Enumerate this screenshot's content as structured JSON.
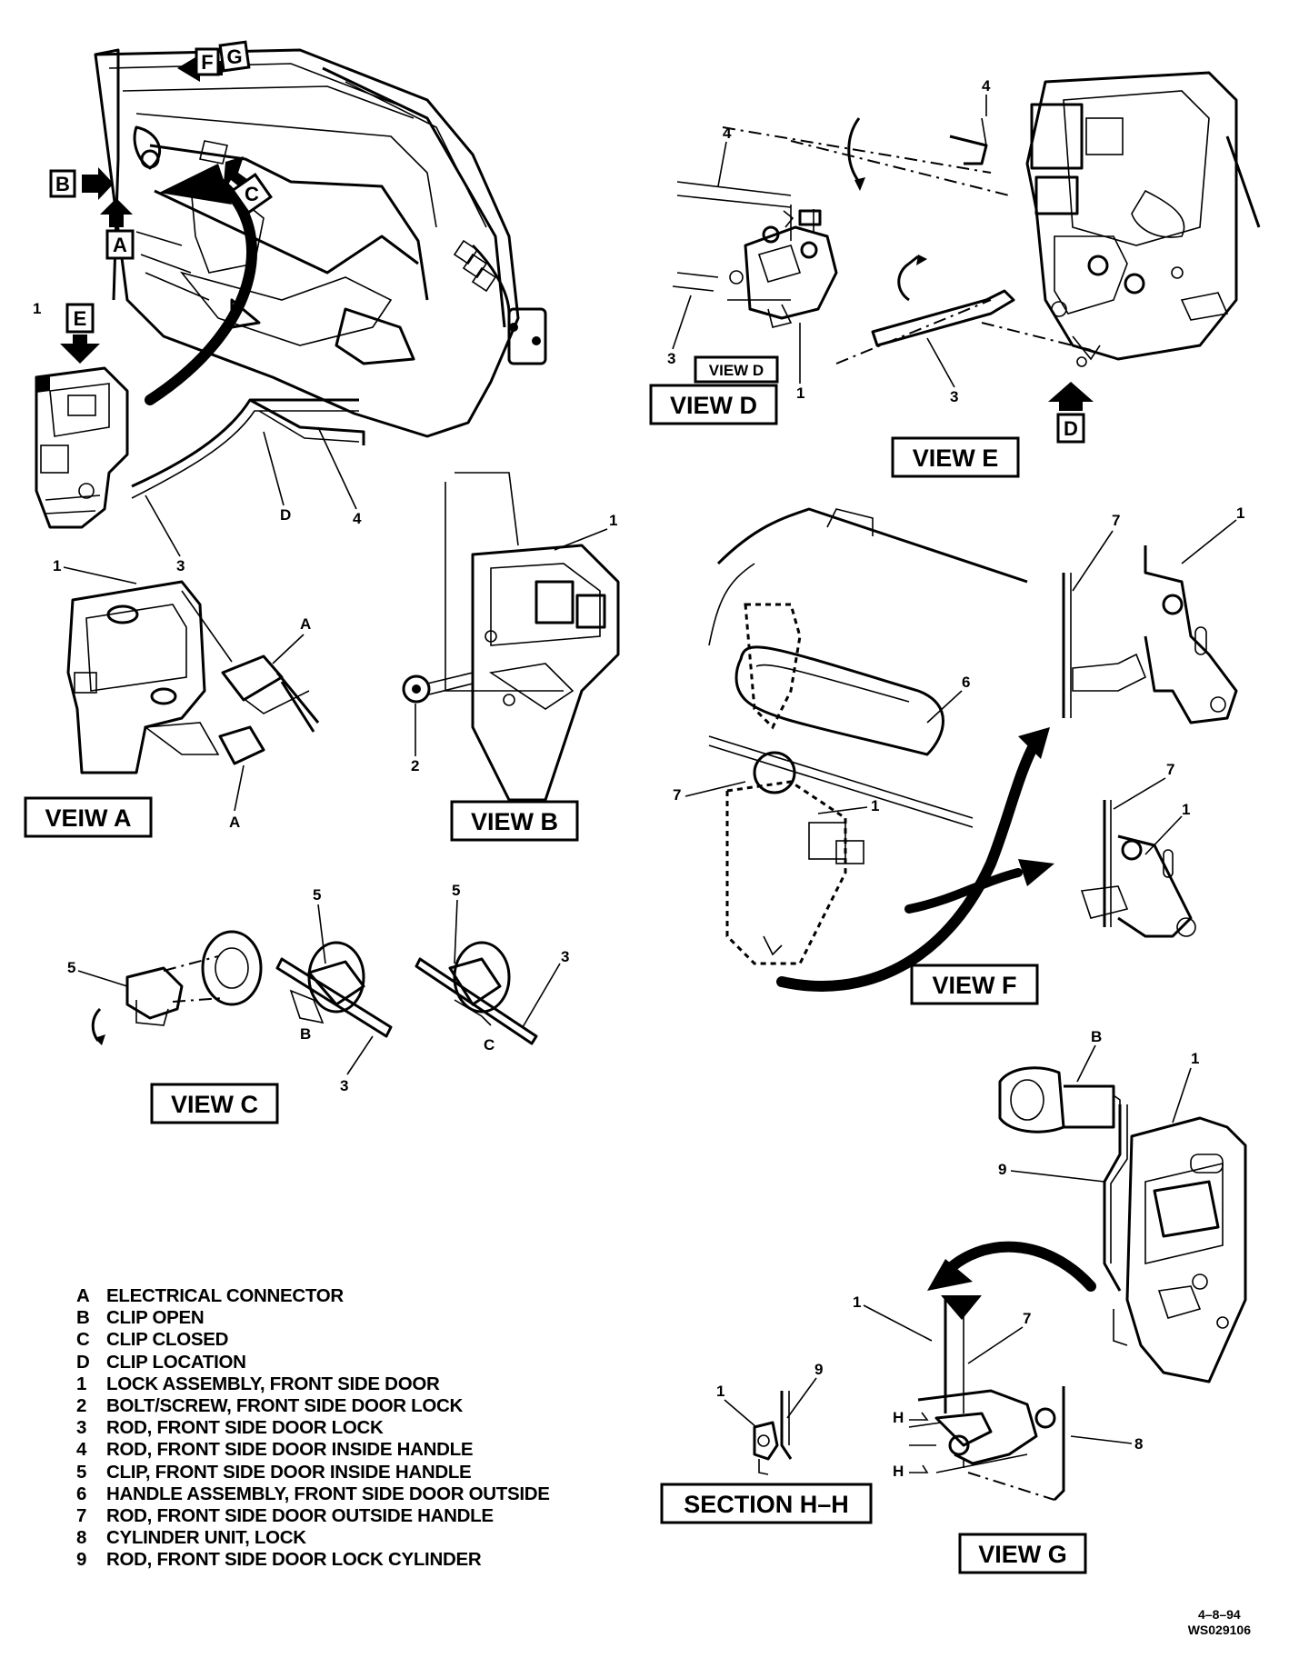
{
  "views": {
    "a": "VEIW A",
    "b": "VIEW B",
    "c": "VIEW C",
    "d": "VIEW D",
    "d_inset": "VIEW D",
    "e": "VIEW E",
    "f": "VIEW F",
    "g": "VIEW G",
    "section": "SECTION H–H"
  },
  "arrow_tags": {
    "f": "F",
    "g": "G",
    "b": "B",
    "a": "A",
    "c": "C",
    "e": "E",
    "d": "D"
  },
  "callouts": {
    "one": "1",
    "two": "2",
    "three": "3",
    "four": "4",
    "five": "5",
    "six": "6",
    "seven": "7",
    "eight": "8",
    "nine": "9",
    "a": "A",
    "b": "B",
    "c": "C",
    "d": "D",
    "h": "H"
  },
  "legend": [
    {
      "key": "A",
      "text": "ELECTRICAL CONNECTOR"
    },
    {
      "key": "B",
      "text": "CLIP OPEN"
    },
    {
      "key": "C",
      "text": "CLIP CLOSED"
    },
    {
      "key": "D",
      "text": "CLIP LOCATION"
    },
    {
      "key": "1",
      "text": "LOCK ASSEMBLY, FRONT SIDE DOOR"
    },
    {
      "key": "2",
      "text": "BOLT/SCREW, FRONT SIDE DOOR LOCK"
    },
    {
      "key": "3",
      "text": "ROD, FRONT SIDE DOOR LOCK"
    },
    {
      "key": "4",
      "text": "ROD, FRONT SIDE DOOR INSIDE HANDLE"
    },
    {
      "key": "5",
      "text": "CLIP, FRONT SIDE DOOR INSIDE HANDLE"
    },
    {
      "key": "6",
      "text": "HANDLE ASSEMBLY, FRONT SIDE DOOR OUTSIDE"
    },
    {
      "key": "7",
      "text": "ROD, FRONT SIDE DOOR OUTSIDE HANDLE"
    },
    {
      "key": "8",
      "text": "CYLINDER UNIT, LOCK"
    },
    {
      "key": "9",
      "text": "ROD, FRONT SIDE DOOR LOCK CYLINDER"
    }
  ],
  "code": {
    "date": "4–8–94",
    "id": "WS029106"
  }
}
